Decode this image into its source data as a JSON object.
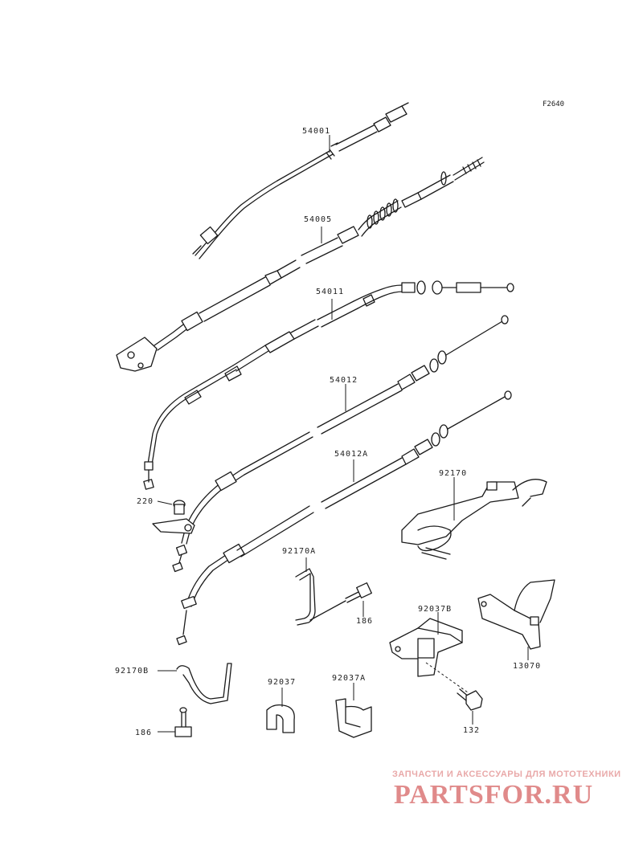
{
  "figure_id": "F2640",
  "parts": [
    {
      "id": "54001"
    },
    {
      "id": "54005"
    },
    {
      "id": "54011"
    },
    {
      "id": "54012"
    },
    {
      "id": "54012A"
    },
    {
      "id": "92170"
    },
    {
      "id": "220"
    },
    {
      "id": "92170A"
    },
    {
      "id": "186"
    },
    {
      "id": "92037B"
    },
    {
      "id": "13070"
    },
    {
      "id": "92170B"
    },
    {
      "id": "92037"
    },
    {
      "id": "92037A"
    },
    {
      "id": "186"
    },
    {
      "id": "132"
    }
  ],
  "watermark": {
    "caption": "ЗАПЧАСТИ И АКСЕССУАРЫ ДЛЯ МОТОТЕХНИКИ",
    "logo": "PARTSFOR.RU"
  }
}
